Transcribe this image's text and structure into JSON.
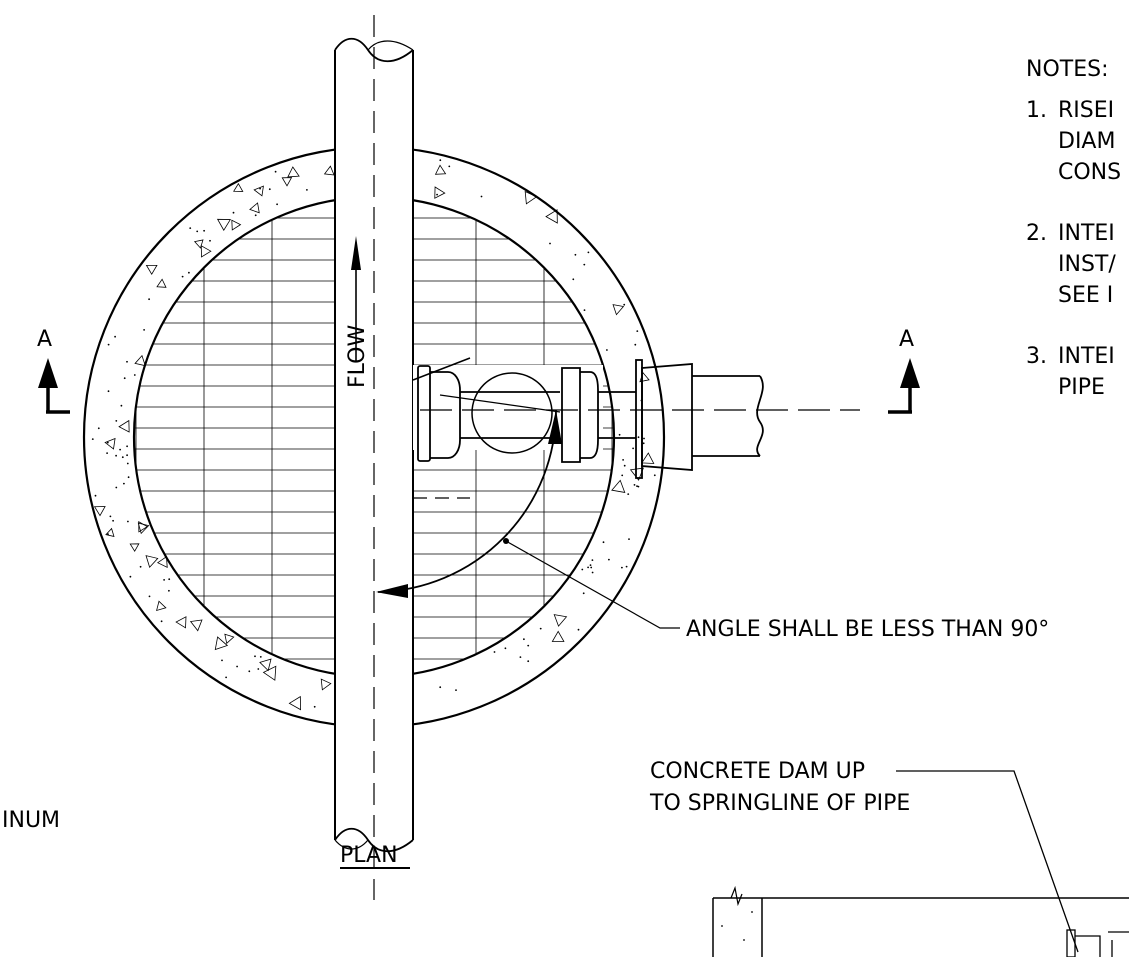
{
  "notes": {
    "heading": "NOTES:",
    "items": [
      {
        "number": "1.",
        "lines": [
          "RISEI",
          "DIAM",
          "CONS"
        ]
      },
      {
        "number": "2.",
        "lines": [
          "INTEI",
          "INST/",
          "SEE I"
        ]
      },
      {
        "number": "3.",
        "lines": [
          "INTEI",
          "PIPE"
        ]
      }
    ]
  },
  "plan": {
    "section_marker_left": "A",
    "section_marker_right": "A",
    "flow_label": "FLOW",
    "angle_callout": "ANGLE SHALL BE LESS THAN 90°",
    "title": "PLAN",
    "partial_left_text": "INUM"
  },
  "section": {
    "callout_line1": "CONCRETE DAM UP",
    "callout_line2": "TO SPRINGLINE OF PIPE"
  }
}
